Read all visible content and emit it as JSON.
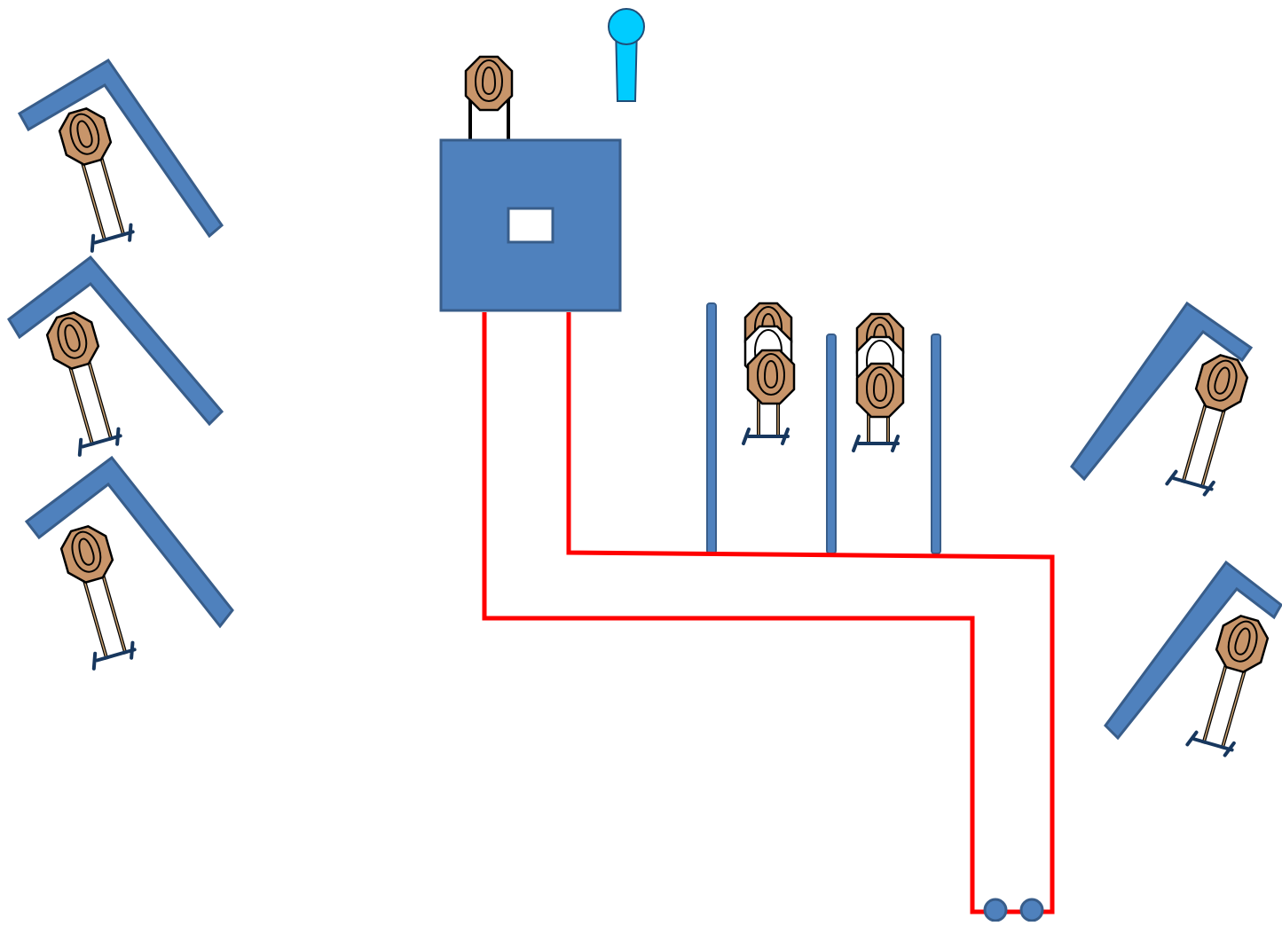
{
  "diagram": {
    "description_free": true,
    "colors": {
      "wall": "#4f81bd",
      "wall_outline": "#385d8a",
      "fault_line": "#ff0000",
      "target": "#c8956a",
      "no_shoot": "#ffffff",
      "start_marker": "#00ccff"
    },
    "elements": {
      "shooting_box": "shooting-box",
      "window": "port-window",
      "start_position": "start-marker",
      "fault_line": "fault-line-red",
      "targets": [
        "paper-target",
        "paper-target",
        "paper-target",
        "paper-target",
        "paper-target",
        "paper-target",
        "paper-target",
        "paper-target",
        "paper-target"
      ],
      "no_shoots": [
        "no-shoot-target",
        "no-shoot-target"
      ],
      "icons": [
        "target-icon",
        "wall-icon",
        "barrel-icon",
        "start-pin-icon"
      ]
    }
  }
}
